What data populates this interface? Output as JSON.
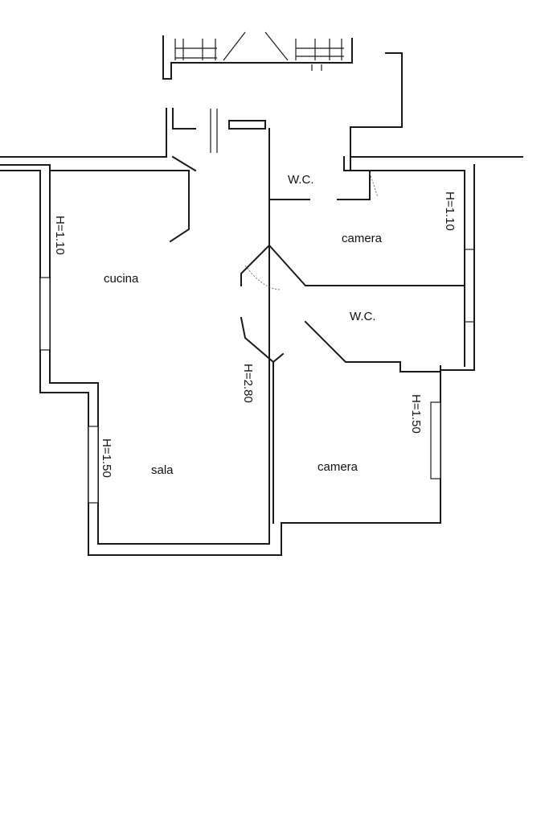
{
  "rooms": {
    "cucina": "cucina",
    "sala": "sala",
    "camera_top": "camera",
    "camera_bottom": "camera",
    "wc_top": "W.C.",
    "wc_middle": "W.C."
  },
  "heights": {
    "cucina_window": "H=1.10",
    "sala_window": "H=1.50",
    "hallway": "H=2.80",
    "camera_top_window": "H=1.10",
    "camera_bottom_window": "H=1.50"
  }
}
